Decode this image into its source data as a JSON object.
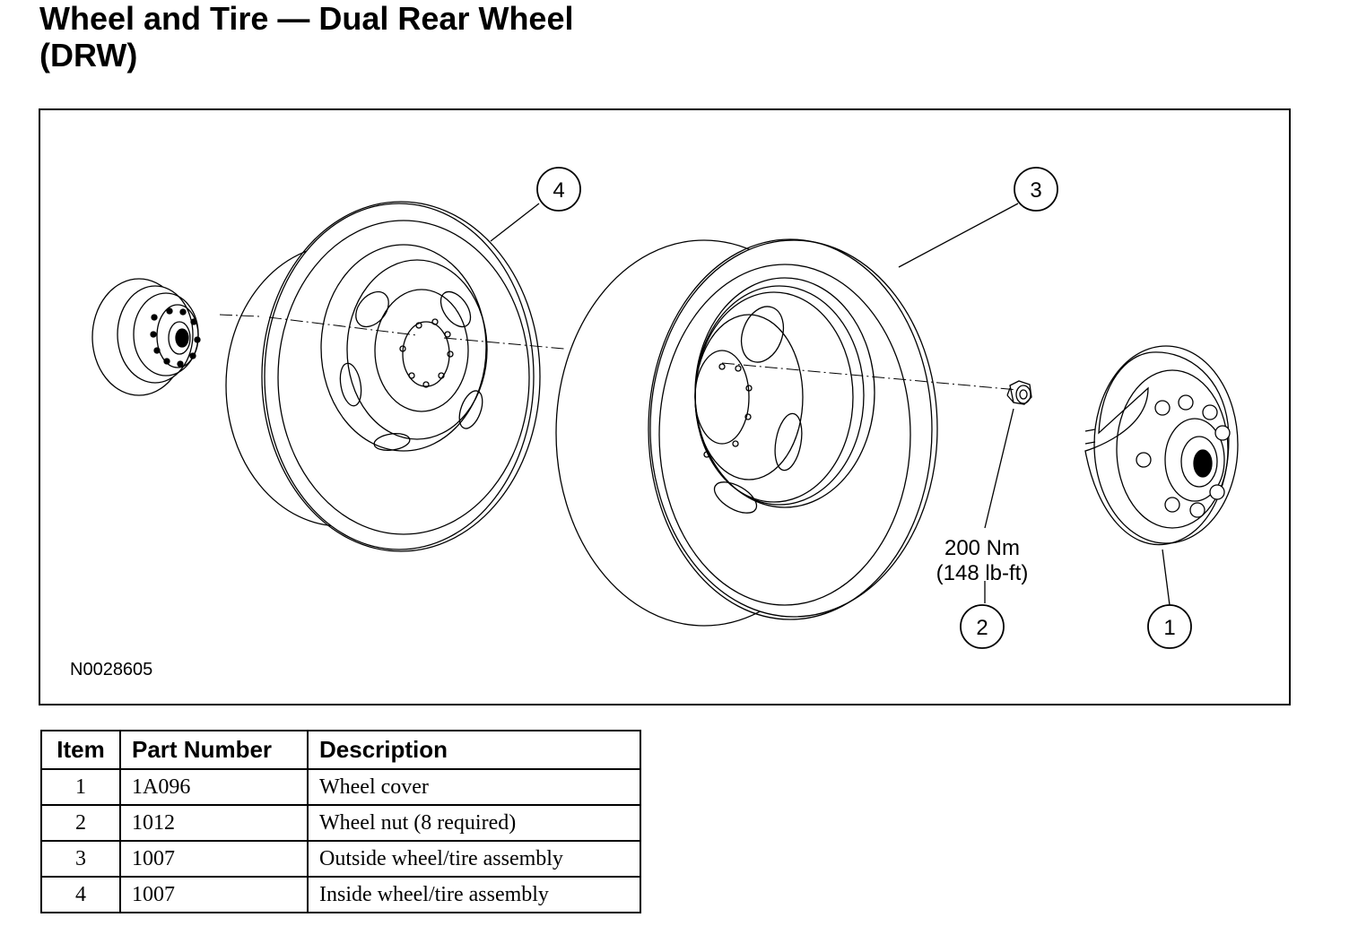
{
  "title": {
    "line1": "Wheel and Tire — Dual Rear Wheel",
    "line2": "(DRW)"
  },
  "diagram": {
    "callouts": [
      "4",
      "3",
      "2",
      "1"
    ],
    "torque": {
      "line1": "200 Nm",
      "line2": "(148 lb-ft)"
    },
    "code": "N0028605"
  },
  "table": {
    "headers": [
      "Item",
      "Part Number",
      "Description"
    ],
    "rows": [
      [
        "1",
        "1A096",
        "Wheel cover"
      ],
      [
        "2",
        "1012",
        "Wheel nut (8 required)"
      ],
      [
        "3",
        "1007",
        "Outside wheel/tire assembly"
      ],
      [
        "4",
        "1007",
        "Inside wheel/tire assembly"
      ]
    ]
  }
}
